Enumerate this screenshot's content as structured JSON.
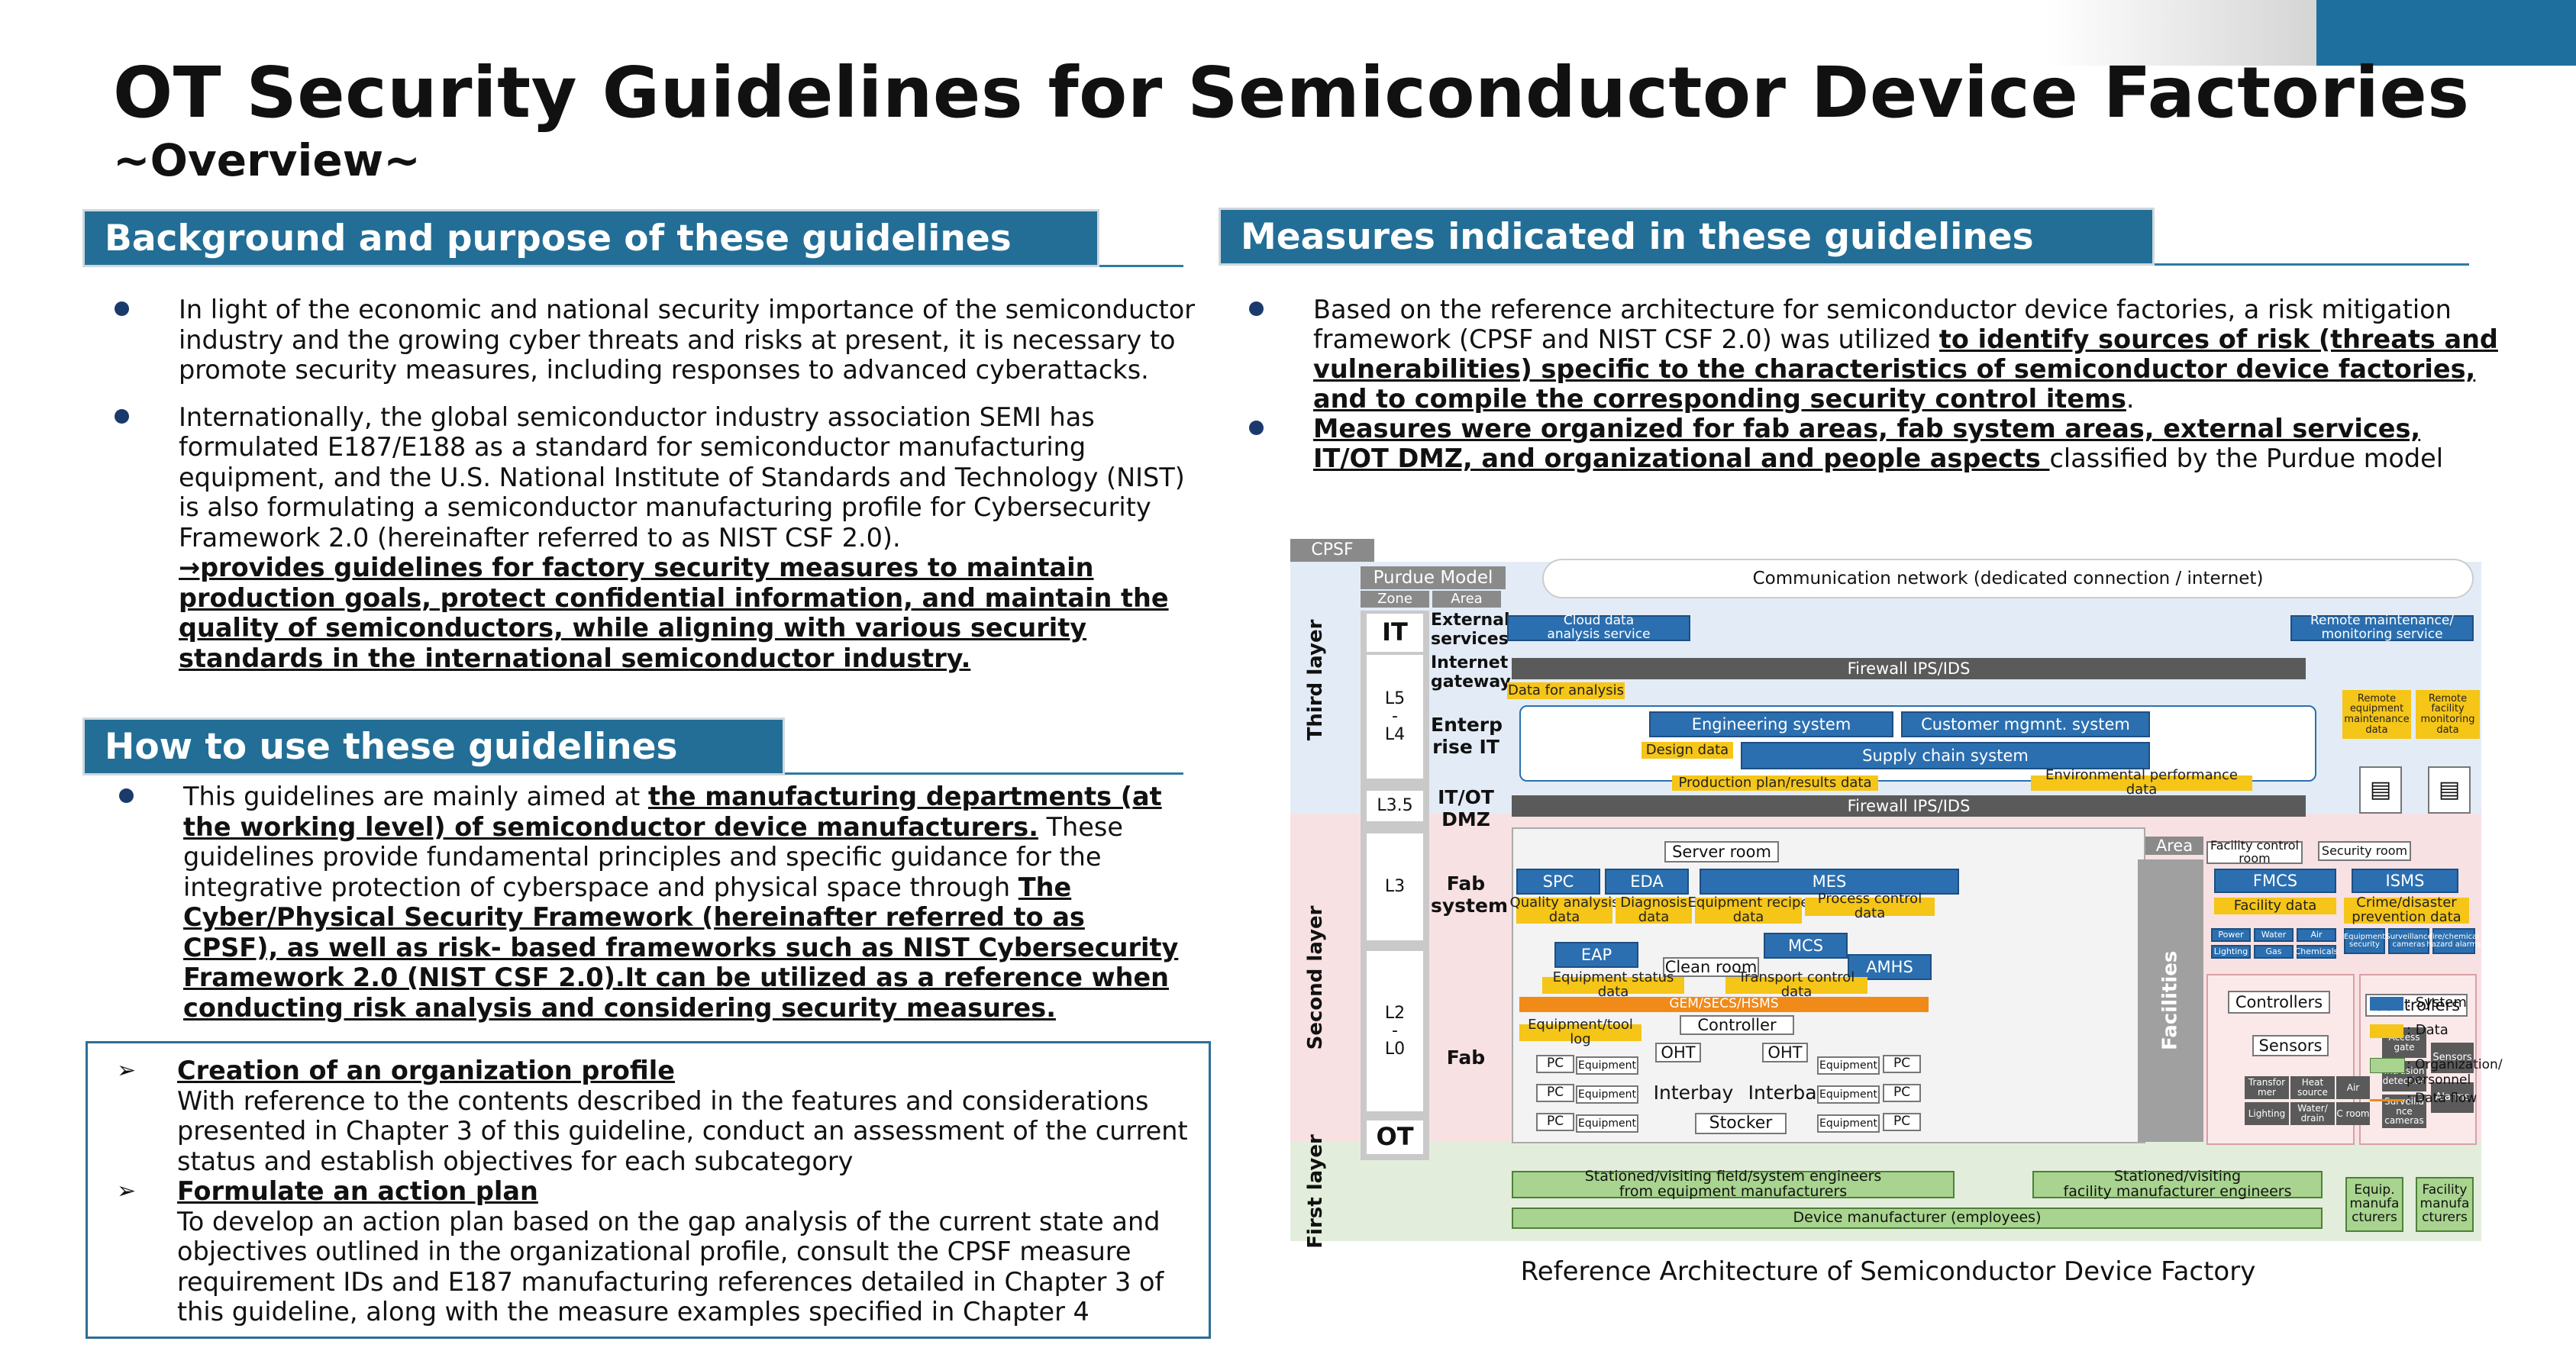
{
  "header": {
    "title": "OT Security Guidelines for Semiconductor Device Factories",
    "subtitle": "~Overview~"
  },
  "background": {
    "heading": "Background and purpose of these guidelines",
    "p1": "In light of the economic and national security importance of the semiconductor industry and the growing cyber threats and risks at present, it is necessary to promote security measures, including responses to advanced cyberattacks.",
    "p2_plain": "Internationally, the global semiconductor industry association SEMI has formulated E187/E188 as a standard for semiconductor manufacturing equipment, and the U.S. National Institute of Standards and Technology (NIST) is also formulating a semiconductor manufacturing profile for Cybersecurity Framework 2.0 (hereinafter referred to as NIST CSF 2.0).",
    "p2_emph": "→provides guidelines for factory security measures to maintain production goals, protect confidential information, and maintain the quality of semiconductors, while aligning with various security standards in the international semiconductor industry."
  },
  "usage": {
    "heading": "How to use these guidelines",
    "t1": "This guidelines are mainly aimed at ",
    "e1": "the manufacturing departments (at the working level) of semiconductor device manufacturers.",
    "t2": " These guidelines provide fundamental principles and specific guidance for the integrative protection of cyberspace and physical space through ",
    "e2": "The Cyber/Physical Security Framework (hereinafter referred to as CPSF), as well as risk- based  frameworks such as NIST Cybersecurity Framework 2.0 (NIST CSF 2.0).It can be utilized as a reference when conducting risk analysis and considering security measures."
  },
  "steps": [
    {
      "title": "Creation of an organization profile",
      "body": "With reference to the contents described in the features and considerations presented in Chapter 3 of this guideline, conduct an assessment of the current status and establish objectives for each subcategory"
    },
    {
      "title": "Formulate an action plan",
      "body": "To develop an action plan based on the gap analysis of the current state and objectives outlined in the organizational profile, consult the CPSF measure requirement IDs and E187 manufacturing references detailed in Chapter 3 of this guideline, along with the measure examples specified in Chapter 4"
    }
  ],
  "measures": {
    "heading": "Measures indicated in these guidelines",
    "m1_plain": "Based on the reference architecture for semiconductor device factories, a risk mitigation framework (CPSF and NIST CSF 2.0) was utilized ",
    "m1_emph": "to identify sources of risk (threats and vulnerabilities) specific to the characteristics of semiconductor device factories, and to compile the corresponding security control items",
    "m1_end": ".",
    "m2_emph": "Measures were organized for fab areas, fab system areas, external services, IT/OT DMZ, and organizational and people aspects ",
    "m2_plain": "classified by the Purdue model"
  },
  "diagram": {
    "caption": "Reference Architecture of Semiconductor Device Factory",
    "cpsf": "CPSF",
    "purdue": "Purdue Model",
    "zone": "Zone",
    "area": "Area",
    "network": "Communication network (dedicated connection / internet)",
    "layers": [
      "Third layer",
      "Second layer",
      "First layer"
    ],
    "zones": [
      "IT",
      "L5\n-\nL4",
      "L3.5",
      "L3",
      "L2\n-\nL0",
      "OT"
    ],
    "areas": [
      "External\nservices",
      "Internet\ngateway",
      "Enterp\nrise IT",
      "IT/OT\nDMZ",
      "Fab\nsystem",
      "Fab"
    ],
    "cloud": "Cloud data\nanalysis service",
    "remote": "Remote maintenance/\nmonitoring service",
    "firewall": "Firewall IPS/IDS",
    "data_analysis": "Data for analysis",
    "engineering": "Engineering system",
    "customer": "Customer mgmnt. system",
    "design_data": "Design data",
    "supply_chain": "Supply chain system",
    "prod_plan": "Production plan/results data",
    "env_perf": "Environmental performance data",
    "remote_equip": "Remote\nequipment\nmaintenance\ndata",
    "remote_fac": "Remote\nfacility\nmonitoring\ndata",
    "server_room": "Server room",
    "area_label": "Area",
    "fac_ctrl_room": "Facility control\nroom",
    "sec_room": "Security room",
    "spc": "SPC",
    "eda": "EDA",
    "mes": "MES",
    "fmcs": "FMCS",
    "isms": "ISMS",
    "qa_data": "Quality analysis\ndata",
    "diag_data": "Diagnosis\ndata",
    "recipe": "Equipment recipe\ndata",
    "proc_ctrl": "Process control data",
    "fac_data": "Facility data",
    "crime": "Crime/disaster\nprevention data",
    "small_tags": [
      "Power",
      "Water",
      "Air",
      "Lighting",
      "Gas",
      "Chemicals",
      "Equipment\nsecurity",
      "Surveillance\ncameras",
      "Fire/chemical\nhazard alarms"
    ],
    "eap": "EAP",
    "mcs": "MCS",
    "amhs": "AMHS",
    "clean_room": "Clean room",
    "equip_status": "Equipment status data",
    "transport": "Transport control data",
    "gem": "GEM/SECS/HSMS",
    "controller": "Controller",
    "equip_log": "Equipment/tool log",
    "oht": "OHT",
    "pc": "PC",
    "equipment": "Equipment",
    "interbay": "Interbay",
    "stocker": "Stocker",
    "facilities": "Facilities",
    "controllers": "Controllers",
    "sensors": "Sensors",
    "access_gate": "Access\ngate",
    "intrusion": "Intrusion\ndetection",
    "surv": "Surveilla\nnce\ncameras",
    "alarms": "Alarms",
    "fac_small": [
      "Transfor\nmer",
      "Heat\nsource",
      "Air",
      "Lighting",
      "Water/\ndrain",
      "C room"
    ],
    "legend": [
      ": System",
      ": Data",
      ": Organization/\npersonnel",
      ": Data flow"
    ],
    "field_eng": "Stationed/visiting field/system engineers\nfrom equipment manufacturers",
    "fac_eng": "Stationed/visiting\nfacility manufacturer engineers",
    "dev_mfr": "Device manufacturer (employees)",
    "equip_mfr": "Equip.\nmanufa\ncturers",
    "fac_mfr": "Facility\nmanufa\ncturers",
    "colors": {
      "system": "#2b6fb0",
      "data": "#f5c518",
      "org": "#a8d48f",
      "third": "#e3ecf6",
      "second": "#f8e1e3",
      "first": "#e2eedb"
    }
  }
}
